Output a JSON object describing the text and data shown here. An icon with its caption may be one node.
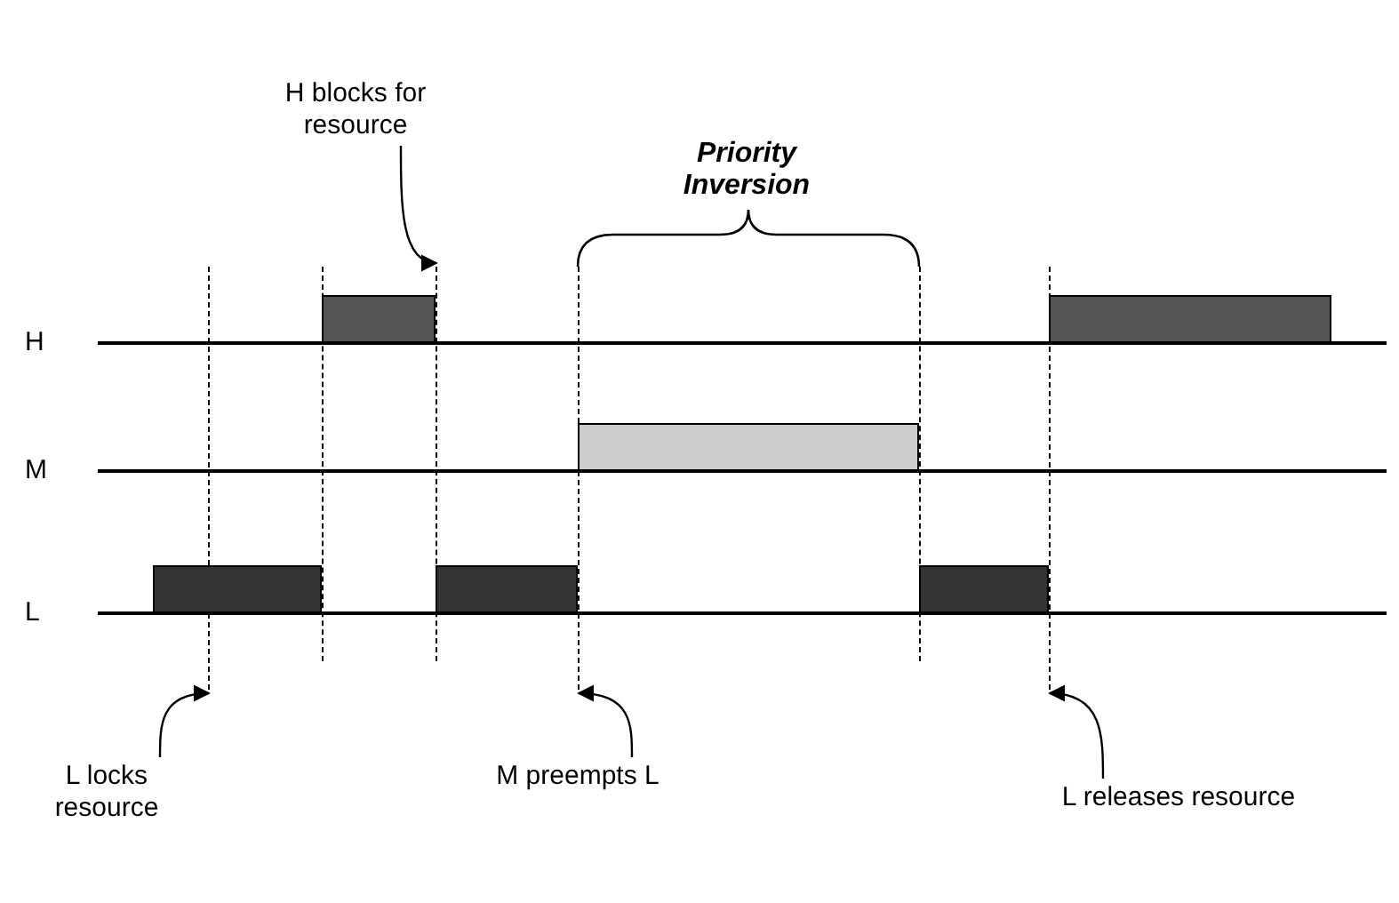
{
  "diagram": {
    "nodes": [
      {
        "text": [
          "H blocks for resource"
        ]
      },
      {
        "text": [
          "L locks resource"
        ]
      },
      {
        "text": [
          "M preempts L"
        ]
      },
      {
        "text": [
          "L releases resource"
        ]
      },
      {
        "text": [],
        "shape": "line"
      },
      {
        "text": [],
        "shape": "line"
      },
      {
        "text": [],
        "shape": "line"
      },
      {
        "text": [],
        "shape": "line"
      },
      {
        "text": [],
        "shape": "bar"
      },
      {
        "text": [],
        "shape": "bar"
      },
      {
        "text": [],
        "shape": "bar"
      },
      {
        "text": [],
        "shape": "bar"
      },
      {
        "text": [],
        "shape": "bar"
      },
      {
        "text": [],
        "shape": "bar"
      }
    ],
    "edges": [
      {
        "from": 0,
        "to": 5,
        "arrow": "to"
      },
      {
        "from": 1,
        "to": 4,
        "arrow": "to"
      },
      {
        "from": 2,
        "to": 6,
        "arrow": "to"
      },
      {
        "from": 3,
        "to": 7,
        "arrow": "to"
      }
    ],
    "labels": [
      "Priority Inversion",
      "H",
      "M",
      "L"
    ]
  }
}
